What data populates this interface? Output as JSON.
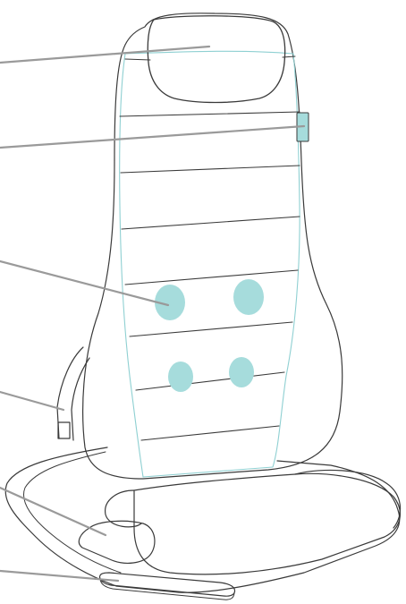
{
  "figure": {
    "subject": "massage-seat-cushion",
    "callout_count": 6,
    "callouts": [
      {
        "id": "headrest",
        "icon": "headrest-pillow-icon"
      },
      {
        "id": "control-tab",
        "icon": "side-tab-icon"
      },
      {
        "id": "massage-nodes",
        "icon": "massage-node-icon"
      },
      {
        "id": "strap-buckle",
        "icon": "strap-buckle-icon"
      },
      {
        "id": "seat-button",
        "icon": "seat-button-icon"
      },
      {
        "id": "remote-control",
        "icon": "remote-control-icon"
      }
    ]
  },
  "colors": {
    "outline": "#3a3a3a",
    "accent": "#8fd0d2",
    "accent_fill": "#a6dcdc",
    "callout": "#9a9a9a",
    "background": "#ffffff"
  }
}
